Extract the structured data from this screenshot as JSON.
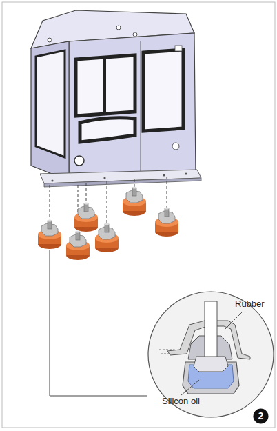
{
  "diagram": {
    "nodes": [
      {
        "text": [
          "Rubber",
          "Silicon oil"
        ]
      },
      {
        "text": [
          "2"
        ]
      }
    ]
  }
}
